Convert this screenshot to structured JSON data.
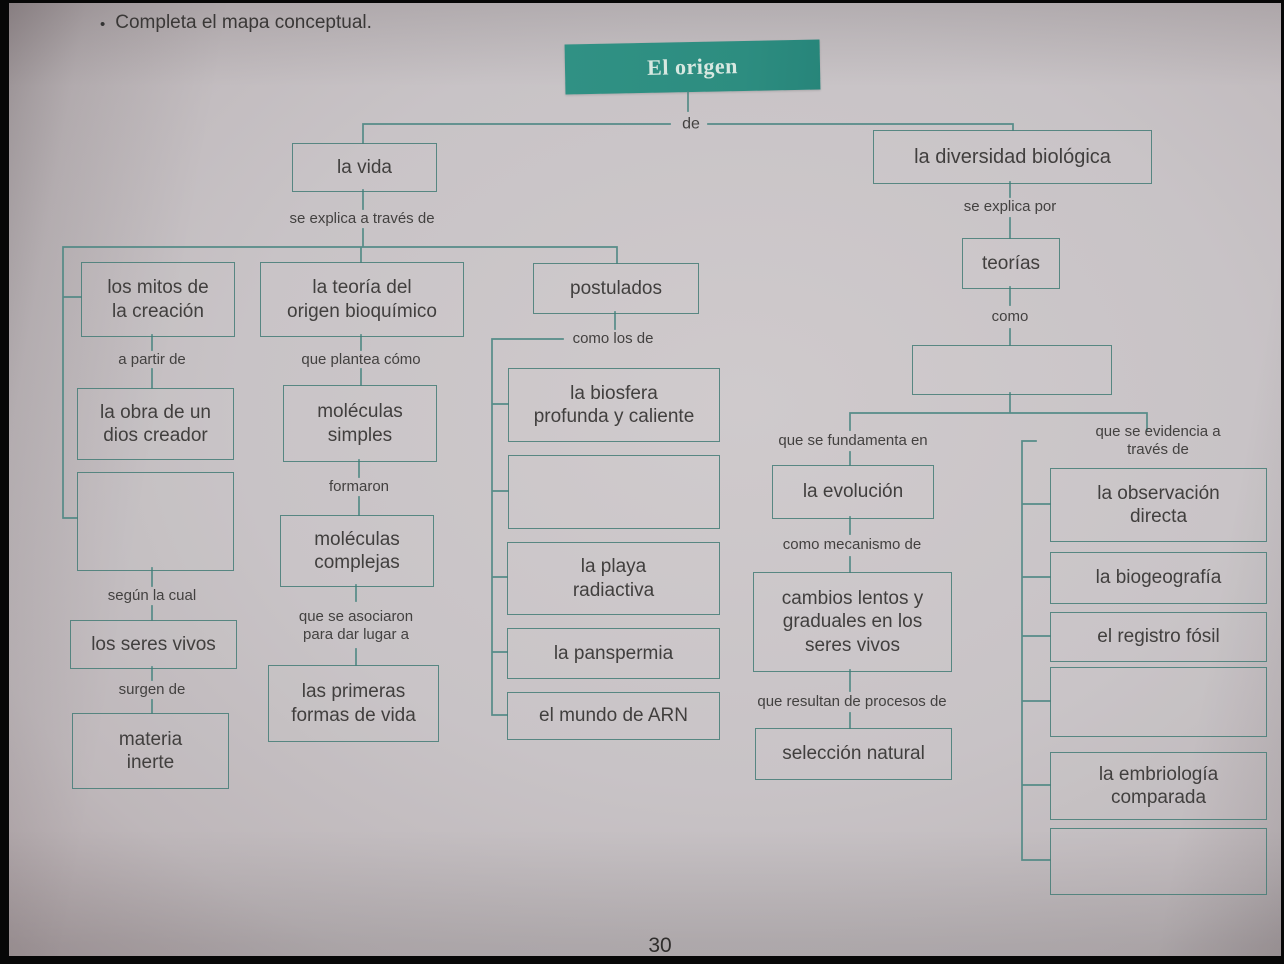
{
  "page": {
    "bullet": "•",
    "instruction": "Completa el mapa conceptual.",
    "page_number": "30"
  },
  "root": {
    "title": "El origen"
  },
  "colors": {
    "accent_fill": "#2f9183",
    "root_text": "#d7e8e1",
    "line": "#4c8782",
    "text": "#413f3e",
    "paper": "#c8c3c6"
  },
  "nodes": {
    "la_vida": {
      "text": "la vida"
    },
    "diversidad": {
      "text": "la diversidad biológica"
    },
    "mitos": {
      "text": "los mitos de\nla creación"
    },
    "obra": {
      "text": "la obra de un\ndios creador"
    },
    "left_empty": {
      "text": ""
    },
    "seres_vivos": {
      "text": "los seres vivos"
    },
    "materia": {
      "text": "materia\ninerte"
    },
    "teoria_bioquimica": {
      "text": "la teoría del\norigen bioquímico"
    },
    "moleculas_simples": {
      "text": "moléculas\nsimples"
    },
    "moleculas_complejas": {
      "text": "moléculas\ncomplejas"
    },
    "primeras_formas": {
      "text": "las primeras\nformas de vida"
    },
    "postulados": {
      "text": "postulados"
    },
    "biosfera": {
      "text": "la biosfera\nprofunda y caliente"
    },
    "postulado_empty": {
      "text": ""
    },
    "playa": {
      "text": "la playa\nradiactiva"
    },
    "panspermia": {
      "text": "la panspermia"
    },
    "mundo_arn": {
      "text": "el mundo de ARN"
    },
    "teorias": {
      "text": "teorías"
    },
    "teoria_empty": {
      "text": ""
    },
    "evolucion": {
      "text": "la evolución"
    },
    "cambios": {
      "text": "cambios lentos y\ngraduales en los\nseres vivos"
    },
    "seleccion": {
      "text": "selección natural"
    },
    "observacion": {
      "text": "la observación\ndirecta"
    },
    "biogeografia": {
      "text": "la biogeografía"
    },
    "registro_fosil": {
      "text": "el registro fósil"
    },
    "evidencia_empty_1": {
      "text": ""
    },
    "embriologia": {
      "text": "la embriología\ncomparada"
    },
    "evidencia_empty_2": {
      "text": ""
    }
  },
  "labels": {
    "de": {
      "text": "de"
    },
    "se_explica_traves": {
      "text": "se explica a través de"
    },
    "a_partir_de": {
      "text": "a partir de"
    },
    "que_plantea": {
      "text": "que plantea cómo"
    },
    "formaron": {
      "text": "formaron"
    },
    "que_se_asociaron": {
      "text": "que se asociaron\npara dar lugar a"
    },
    "segun_la_cual": {
      "text": "según la cual"
    },
    "surgen_de": {
      "text": "surgen de"
    },
    "como_los_de": {
      "text": "como los de"
    },
    "se_explica_por": {
      "text": "se explica por"
    },
    "como": {
      "text": "como"
    },
    "que_se_fundamenta": {
      "text": "que se fundamenta en"
    },
    "como_mecanismo": {
      "text": "como mecanismo de"
    },
    "que_resultan": {
      "text": "que resultan de procesos de"
    },
    "que_se_evidencia": {
      "text": "que se evidencia a través de"
    }
  }
}
